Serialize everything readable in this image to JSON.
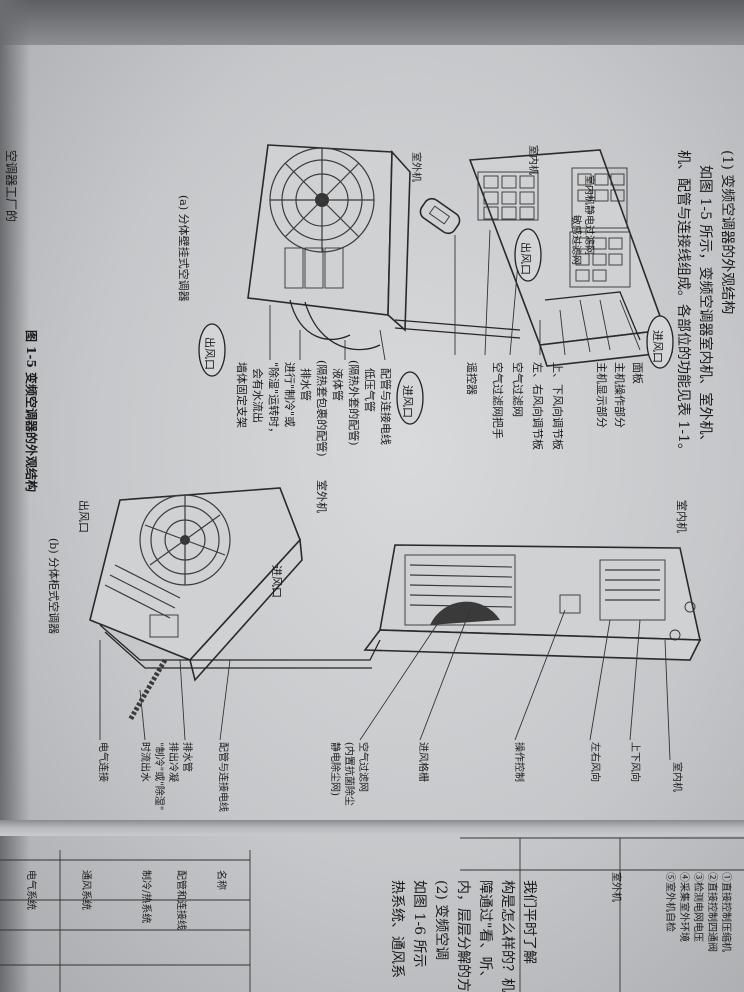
{
  "intro": {
    "line1": "(1) 变频空调器的外观结构",
    "line2": "如图 1-5 所示，变频空调器室内机、室外机、",
    "line3": "机、配管与连接线组成。各部位的功能见表 1-1。"
  },
  "fig_a": {
    "indoor_label": "室内机",
    "outdoor_label": "室外机",
    "panel_note": "室内机静电过滤网",
    "filter_note": "敏感过滤网",
    "caption": "(a) 分体壁挂式空调器",
    "inlet_top": "进风口",
    "outlet_mid": "出风口",
    "outlet_bottom": "出风口",
    "inlet_right": "进风口",
    "callouts": [
      "面板",
      "主机操作部分",
      "主机显示部分",
      "上、下风向调节板",
      "左、右风向调节板",
      "空气过滤网",
      "空气过滤网把手",
      "遥控器",
      "配管与连接电线",
      "低压气管",
      "(隔热外套的配管)",
      "液体管",
      "(隔热套包裹的配管)",
      "排水管",
      "进行\"制冷\"或",
      "\"除湿\"运转时，",
      "会有水流出",
      "墙体固定支架"
    ]
  },
  "fig_b": {
    "indoor_label": "室内机",
    "outdoor_label": "室外机",
    "inlet": "进风口",
    "outlet": "出风口",
    "caption": "(b) 分体柜式空调器",
    "callouts": [
      "室内机",
      "上下风向",
      "左右风向",
      "操作控制",
      "进风格栅",
      "空气过滤网",
      "(内置抗菌除尘",
      "静电除尘网)",
      "配管与连接电线",
      "排水管",
      "排出冷凝",
      "\"制冷\"或\"除湿\"",
      "时流出水",
      "电气连接"
    ]
  },
  "figure_caption": "图 1-5   变频空调器的外观结构",
  "next_page": {
    "heading": "空调器工厂的",
    "para1": "我们平时了解",
    "para2": "构是怎么样的？机",
    "para3": "障通过\"看、听、",
    "para4": "内，层层分解的方",
    "para5": "(2) 变频空调",
    "para6": "如图 1-6 所示",
    "para7": "热系统、通风系",
    "table_header": "名称",
    "table_rows": [
      "配管和连接线",
      "制冷/热系统",
      "通风系统",
      "电气系统"
    ],
    "side_items": [
      "室外机",
      "①直接控制压缩机",
      "②直接控制四通阀",
      "③检测电网电压",
      "④采集室外环境",
      "⑤室外机自检"
    ]
  }
}
